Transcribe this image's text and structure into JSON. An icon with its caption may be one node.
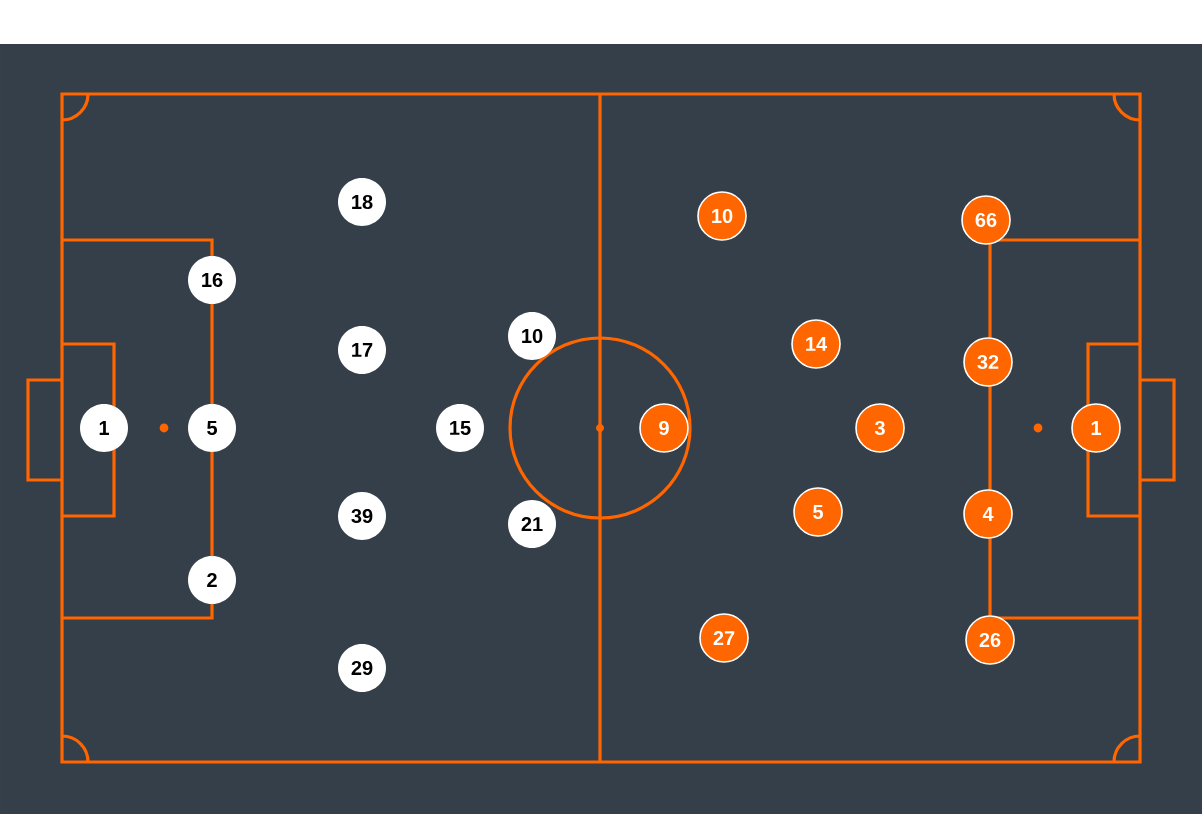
{
  "diagram": {
    "nodes": [
      {
        "text": [
          "18"
        ]
      },
      {
        "text": [
          "16"
        ]
      },
      {
        "text": [
          "10"
        ]
      },
      {
        "text": [
          "17"
        ]
      },
      {
        "text": [
          "1"
        ]
      },
      {
        "text": [
          "5"
        ]
      },
      {
        "text": [
          "15"
        ]
      },
      {
        "text": [
          "39"
        ]
      },
      {
        "text": [
          "21"
        ]
      },
      {
        "text": [
          "2"
        ]
      },
      {
        "text": [
          "29"
        ]
      },
      {
        "text": [
          "10"
        ]
      },
      {
        "text": [
          "66"
        ]
      },
      {
        "text": [
          "14"
        ]
      },
      {
        "text": [
          "32"
        ]
      },
      {
        "text": [
          "9"
        ]
      },
      {
        "text": [
          "3"
        ]
      },
      {
        "text": [
          "1"
        ]
      },
      {
        "text": [
          "5"
        ]
      },
      {
        "text": [
          "4"
        ]
      },
      {
        "text": [
          "27"
        ]
      },
      {
        "text": [
          "26"
        ]
      }
    ]
  }
}
